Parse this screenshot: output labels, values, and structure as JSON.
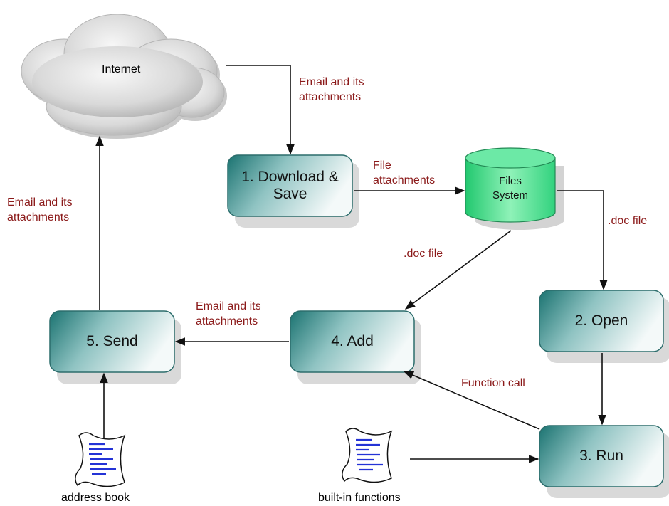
{
  "cloud": {
    "label": "Internet"
  },
  "nodes": {
    "download": "1. Download &\nSave",
    "open": "2. Open",
    "run": "3. Run",
    "add": "4. Add",
    "send": "5. Send"
  },
  "files_system": {
    "label": "Files\nSystem"
  },
  "edges": {
    "internet_to_download": "Email and its\nattachments",
    "download_to_files": "File\nattachments",
    "files_to_open": ".doc file",
    "files_to_add": ".doc file",
    "add_to_send": "Email and its\nattachments",
    "send_to_internet": "Email and its\nattachments",
    "run_to_add": "Function call"
  },
  "documents": {
    "address_book": "address book",
    "builtin_functions": "built-in functions"
  },
  "colors": {
    "edge_label": "#8b1a1a",
    "box_dark": "#1f7a78",
    "box_light": "#f2f8f8",
    "cylinder": "#3ee08c",
    "doc_lines": "#2433d6"
  }
}
